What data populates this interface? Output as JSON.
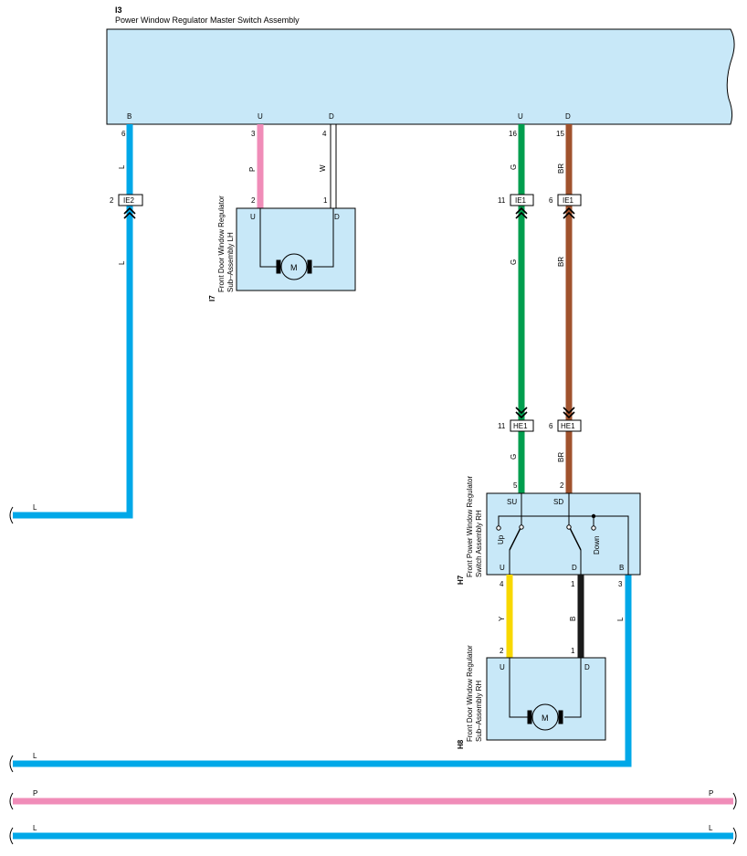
{
  "colors": {
    "box_fill": "#c8e8f8",
    "wire_blue": "#00a8e8",
    "wire_pink": "#f08cb8",
    "wire_green": "#009e4e",
    "wire_brown": "#a0522d",
    "wire_yellow": "#f8d800",
    "wire_black": "#1a1a1a",
    "wire_white": "#ffffff"
  },
  "master": {
    "id": "I3",
    "name": "Power Window Regulator Master Switch Assembly",
    "terminals": {
      "b": "B",
      "u1": "U",
      "d1": "D",
      "u2": "U",
      "d2": "D"
    }
  },
  "lh_motor": {
    "id": "I7",
    "name_line1": "Front Door Window Regulator",
    "name_line2": "Sub–Assembly LH",
    "term_u": "U",
    "term_d": "D",
    "motor": "M"
  },
  "rh_switch": {
    "id": "H7",
    "name_line1": "Front Power Window Regulator",
    "name_line2": "Switch Assembly RH",
    "term_su": "SU",
    "term_sd": "SD",
    "term_u": "U",
    "term_d": "D",
    "term_b": "B",
    "label_up": "Up",
    "label_down": "Down"
  },
  "rh_motor": {
    "id": "H8",
    "name_line1": "Front Door Window Regulator",
    "name_line2": "Sub–Assembly RH",
    "term_u": "U",
    "term_d": "D",
    "motor": "M"
  },
  "connectors": {
    "ie2": "IE2",
    "ie1_g": "IE1",
    "ie1_br": "IE1",
    "he1_g": "HE1",
    "he1_br": "HE1"
  },
  "pins": {
    "m_b": "6",
    "m_u1": "3",
    "m_d1": "4",
    "m_u2": "16",
    "m_d2": "15",
    "ie2": "2",
    "lh_u": "2",
    "lh_d": "1",
    "ie1_g": "11",
    "ie1_br": "6",
    "he1_g": "11",
    "he1_br": "6",
    "sw_su": "5",
    "sw_sd": "2",
    "sw_u": "4",
    "sw_d": "1",
    "sw_b": "3",
    "mot_u": "2",
    "mot_d": "1"
  },
  "wire_labels": {
    "l_top": "L",
    "l_mid": "L",
    "p": "P",
    "w": "W",
    "g_top": "G",
    "g_mid": "G",
    "g_bot": "G",
    "br_top": "BR",
    "br_mid": "BR",
    "br_bot": "BR",
    "y": "Y",
    "b": "B",
    "l_sw": "L"
  },
  "bus_labels": {
    "l1_left": "L",
    "l2_left": "L",
    "p_left": "P",
    "p_right": "P",
    "l3_left": "L",
    "l3_right": "L"
  }
}
